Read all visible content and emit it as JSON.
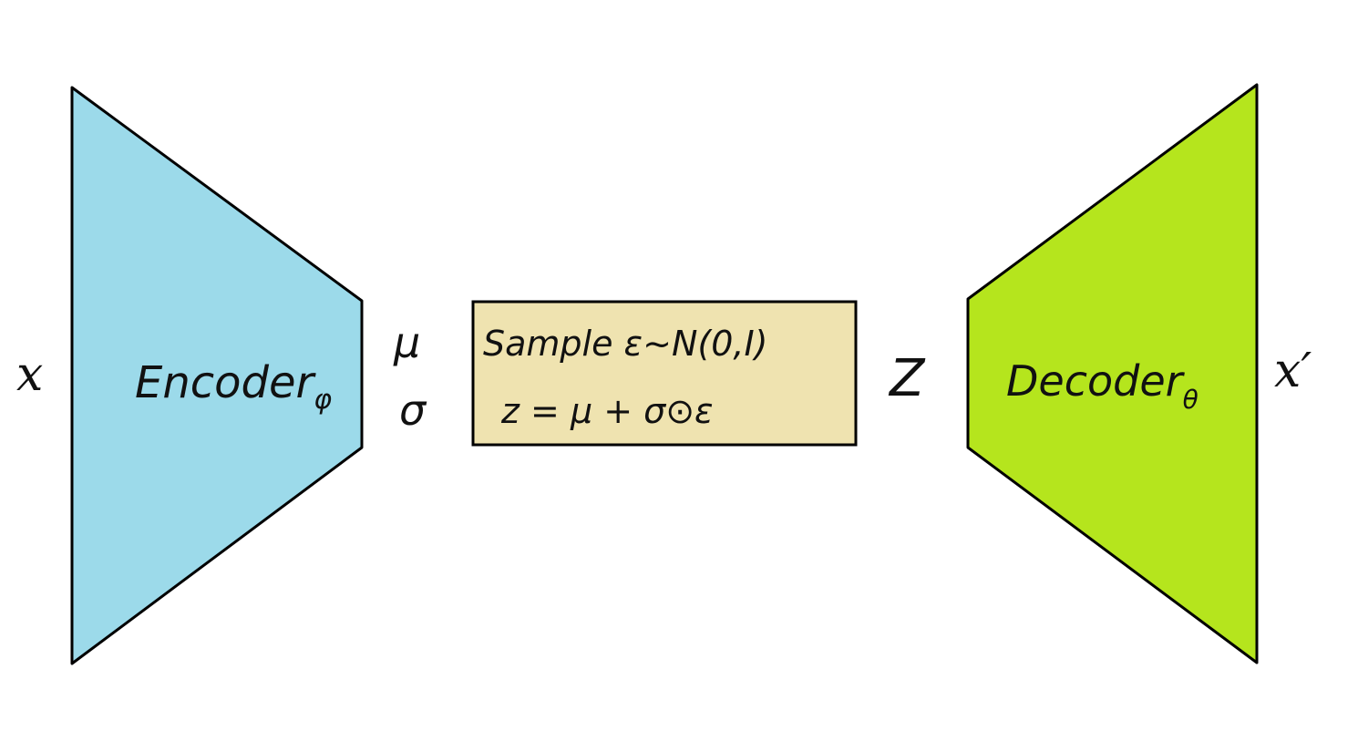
{
  "input_label": "x",
  "encoder": {
    "label": "Encoder",
    "subscript": "φ",
    "color": "#9cdaea"
  },
  "latent_params": {
    "mu_label": "μ",
    "sigma_label": "σ"
  },
  "sampler": {
    "line1": "Sample ε~N(0,I)",
    "line2": "z = μ + σ⊙ε",
    "color": "#efe3b0"
  },
  "latent_label": "Z",
  "decoder": {
    "label": "Decoder",
    "subscript": "θ",
    "color": "#b5e51d"
  },
  "output_label": "x′"
}
